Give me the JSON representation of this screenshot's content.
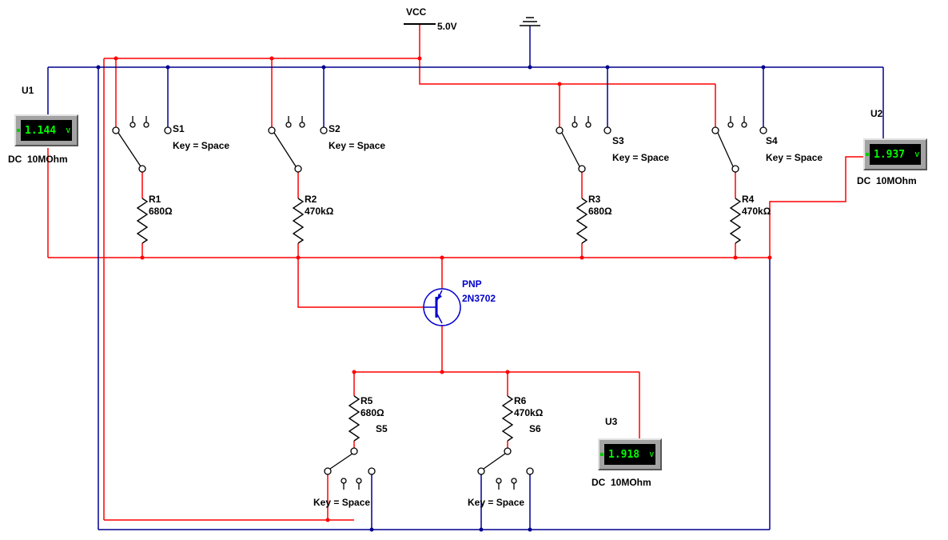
{
  "power": {
    "vcc": {
      "label": "VCC",
      "voltage": "5.0V"
    }
  },
  "multimeters": [
    {
      "id": "U1",
      "reading": "1.144",
      "unit": "V",
      "mode": "DC  10MOhm"
    },
    {
      "id": "U2",
      "reading": "1.937",
      "unit": "V",
      "mode": "DC  10MOhm"
    },
    {
      "id": "U3",
      "reading": "1.918",
      "unit": "V",
      "mode": "DC  10MOhm"
    }
  ],
  "switches": [
    {
      "id": "S1",
      "key": "Key = Space"
    },
    {
      "id": "S2",
      "key": "Key = Space"
    },
    {
      "id": "S3",
      "key": "Key = Space"
    },
    {
      "id": "S4",
      "key": "Key = Space"
    },
    {
      "id": "S5",
      "key": "Key = Space"
    },
    {
      "id": "S6",
      "key": "Key = Space"
    }
  ],
  "resistors": [
    {
      "id": "R1",
      "value": "680Ω"
    },
    {
      "id": "R2",
      "value": "470kΩ"
    },
    {
      "id": "R3",
      "value": "680Ω"
    },
    {
      "id": "R4",
      "value": "470kΩ"
    },
    {
      "id": "R5",
      "value": "680Ω"
    },
    {
      "id": "R6",
      "value": "470kΩ"
    }
  ],
  "transistor": {
    "type": "PNP",
    "model": "2N3702"
  },
  "colors": {
    "wire_red": "#ff0000",
    "wire_blue": "#00008f",
    "component_black": "#000000",
    "transistor_blue": "#0000cc",
    "display_green": "#00ff00",
    "meter_body": "#a3a3a3",
    "display_bg": "#000000"
  }
}
